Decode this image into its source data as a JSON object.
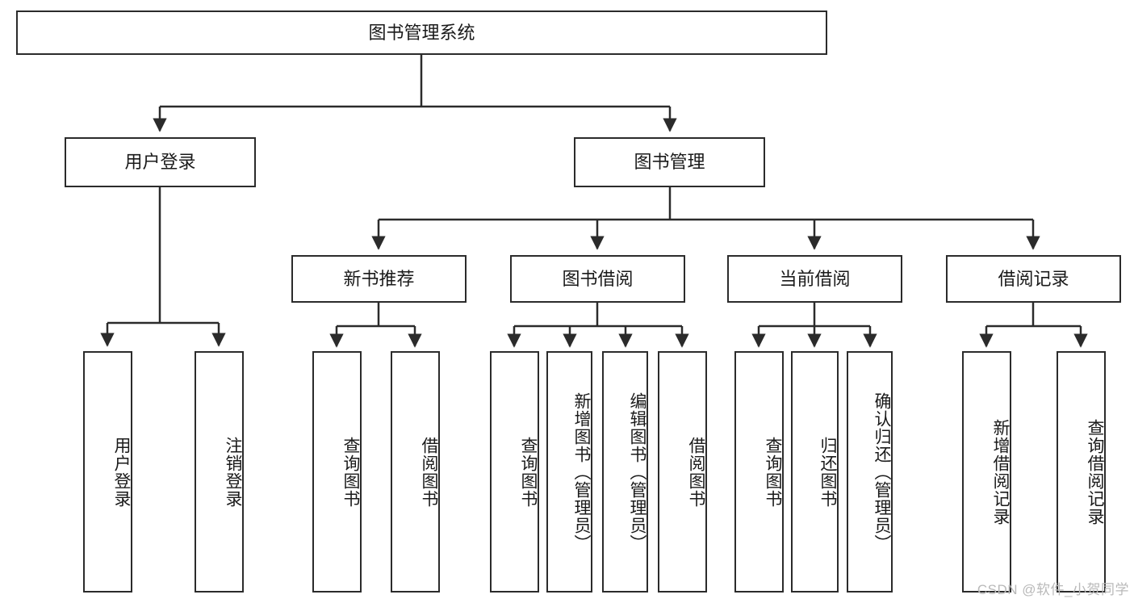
{
  "diagram": {
    "type": "hierarchy-tree",
    "title": "图书管理系统",
    "root": {
      "id": "root",
      "label": "图书管理系统"
    },
    "level2": [
      {
        "id": "user-login",
        "label": "用户登录"
      },
      {
        "id": "book-manage",
        "label": "图书管理"
      }
    ],
    "level3": [
      {
        "id": "new-book-rec",
        "label": "新书推荐",
        "parent": "book-manage"
      },
      {
        "id": "book-borrow",
        "label": "图书借阅",
        "parent": "book-manage"
      },
      {
        "id": "current-borrow",
        "label": "当前借阅",
        "parent": "book-manage"
      },
      {
        "id": "borrow-record",
        "label": "借阅记录",
        "parent": "book-manage"
      }
    ],
    "leaves": [
      {
        "id": "leaf-user-login",
        "label": "用户登录",
        "parent": "user-login"
      },
      {
        "id": "leaf-user-logout",
        "label": "注销登录",
        "parent": "user-login"
      },
      {
        "id": "leaf-query-book-rec",
        "label": "查询图书",
        "parent": "new-book-rec"
      },
      {
        "id": "leaf-borrow-book-rec",
        "label": "借阅图书",
        "parent": "new-book-rec"
      },
      {
        "id": "leaf-query-book-borrow",
        "label": "查询图书",
        "parent": "book-borrow"
      },
      {
        "id": "leaf-add-book",
        "label": "新增图书（管理员）",
        "parent": "book-borrow"
      },
      {
        "id": "leaf-edit-book",
        "label": "编辑图书（管理员）",
        "parent": "book-borrow"
      },
      {
        "id": "leaf-borrow-book",
        "label": "借阅图书",
        "parent": "book-borrow"
      },
      {
        "id": "leaf-query-book-current",
        "label": "查询图书",
        "parent": "current-borrow"
      },
      {
        "id": "leaf-return-book",
        "label": "归还图书",
        "parent": "current-borrow"
      },
      {
        "id": "leaf-confirm-return",
        "label": "确认归还（管理员）",
        "parent": "current-borrow"
      },
      {
        "id": "leaf-add-record",
        "label": "新增借阅记录",
        "parent": "borrow-record"
      },
      {
        "id": "leaf-query-record",
        "label": "查询借阅记录",
        "parent": "borrow-record"
      }
    ]
  },
  "watermark": {
    "text": "CSDN @软件_小贺同学"
  },
  "colors": {
    "border": "#2b2b2b",
    "background": "#ffffff",
    "text": "#1a1a1a",
    "watermark": "#b9b9b9"
  }
}
